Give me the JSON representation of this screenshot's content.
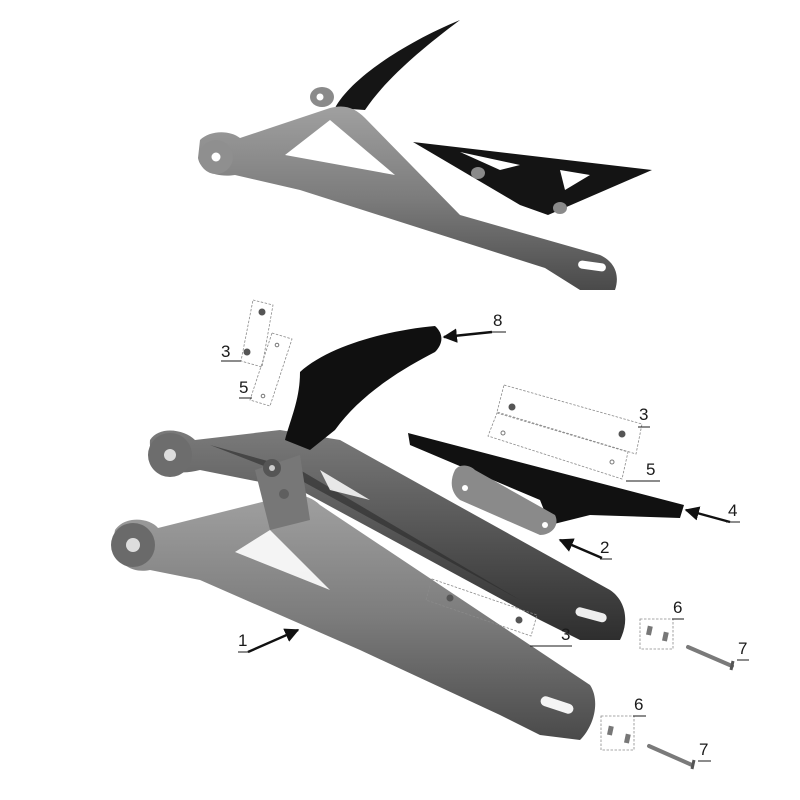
{
  "diagram": {
    "type": "exploded-parts-view",
    "subject": "swingarm assembly",
    "colors": {
      "background": "#ffffff",
      "arm_light": "#8e8e8e",
      "arm_mid": "#6e6e6e",
      "arm_dark": "#3f3f3f",
      "black_part": "#111111",
      "callout": "#1a1a1a"
    },
    "callouts": [
      {
        "id": "c1",
        "label": "1",
        "part": "swingarm"
      },
      {
        "id": "c2",
        "label": "2",
        "part": "chain guard bracket"
      },
      {
        "id": "c3a",
        "label": "3",
        "part": "screws (upper left)"
      },
      {
        "id": "c5a",
        "label": "5",
        "part": "washers (upper left)"
      },
      {
        "id": "c8",
        "label": "8",
        "part": "mudguard / hugger"
      },
      {
        "id": "c3b",
        "label": "3",
        "part": "screws (right)"
      },
      {
        "id": "c5b",
        "label": "5",
        "part": "washers (right)"
      },
      {
        "id": "c4",
        "label": "4",
        "part": "chain guard"
      },
      {
        "id": "c3c",
        "label": "3",
        "part": "screws (lower)"
      },
      {
        "id": "c6a",
        "label": "6",
        "part": "chain adjuster blocks (upper)"
      },
      {
        "id": "c7a",
        "label": "7",
        "part": "adjuster bolt (upper)"
      },
      {
        "id": "c6b",
        "label": "6",
        "part": "chain adjuster blocks (lower)"
      },
      {
        "id": "c7b",
        "label": "7",
        "part": "adjuster bolt (lower)"
      }
    ]
  }
}
